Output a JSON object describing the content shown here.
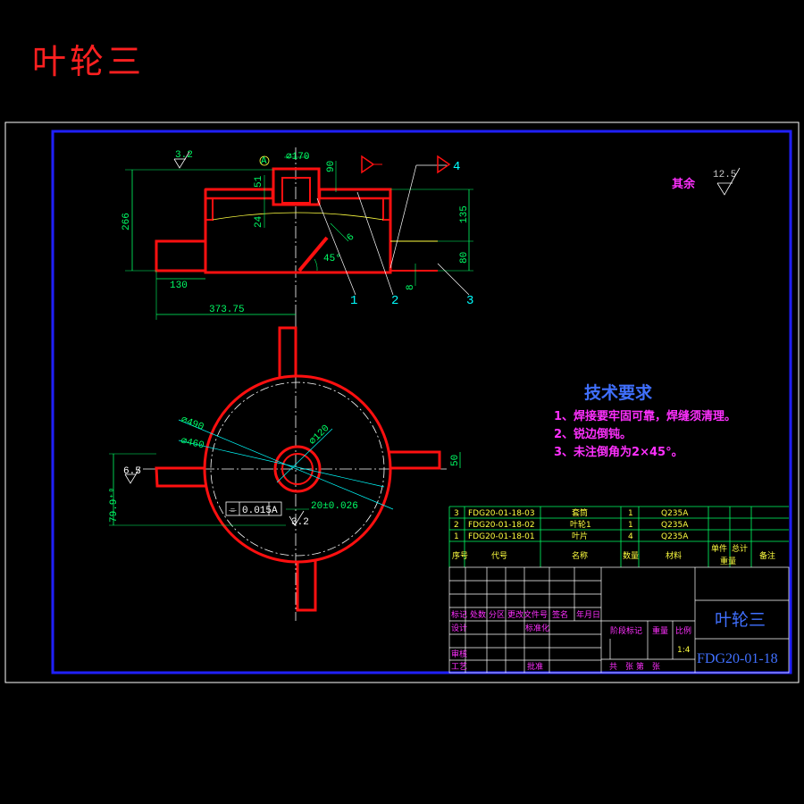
{
  "title": "叶轮三",
  "surface": {
    "top_roughness": "3.2",
    "rest_label": "其余",
    "rest_value": "12.5",
    "mid_roughness": "6.5",
    "bottom_roughness": "3.2"
  },
  "datum": "A",
  "dims": {
    "d266": "266",
    "d130": "130",
    "d37375": "373.75",
    "d90": "90",
    "d51": "51",
    "d24": "24",
    "d135": "135",
    "d80": "80",
    "d8": "8",
    "d45": "45°",
    "d6": "6",
    "dtop": "∅170",
    "d490": "∅490",
    "d460": "∅460",
    "d120": "∅120",
    "d79": "79.9⁺⁰",
    "d50": "50",
    "d20": "20±0.026",
    "tol_sym": "⌯",
    "tol_val": "0.015",
    "tol_ref": "A"
  },
  "callouts": [
    "1",
    "2",
    "3",
    "4"
  ],
  "tech": {
    "title": "技术要求",
    "items": [
      "1、焊接要牢固可靠，焊缝须清理。",
      "2、锐边倒钝。",
      "3、未注倒角为2×45°。"
    ]
  },
  "bom": {
    "rows": [
      {
        "no": "3",
        "code": "FDG20-01-18-03",
        "name": "套筒",
        "qty": "1",
        "mat": "Q235A"
      },
      {
        "no": "2",
        "code": "FDG20-01-18-02",
        "name": "叶轮1",
        "qty": "1",
        "mat": "Q235A"
      },
      {
        "no": "1",
        "code": "FDG20-01-18-01",
        "name": "叶片",
        "qty": "4",
        "mat": "Q235A"
      }
    ],
    "header": {
      "no": "序号",
      "code": "代号",
      "name": "名称",
      "qty": "数量",
      "mat": "材料",
      "unit": "单件",
      "total": "总计",
      "weight": "重量",
      "remark": "备注"
    }
  },
  "titleblock": {
    "mark": "标记",
    "count": "处数",
    "zone": "分区",
    "doc": "更改文件号",
    "sign": "签名",
    "date": "年月日",
    "design": "设计",
    "std": "标准化",
    "stage": "阶段标记",
    "weight": "重量",
    "scale": "比例",
    "check": "审核",
    "process": "工艺",
    "approve": "批准",
    "sheets": "共　张 第　张",
    "scale_val": "1:4",
    "part_name": "叶轮三",
    "drawing_no": "FDG20-01-18"
  }
}
